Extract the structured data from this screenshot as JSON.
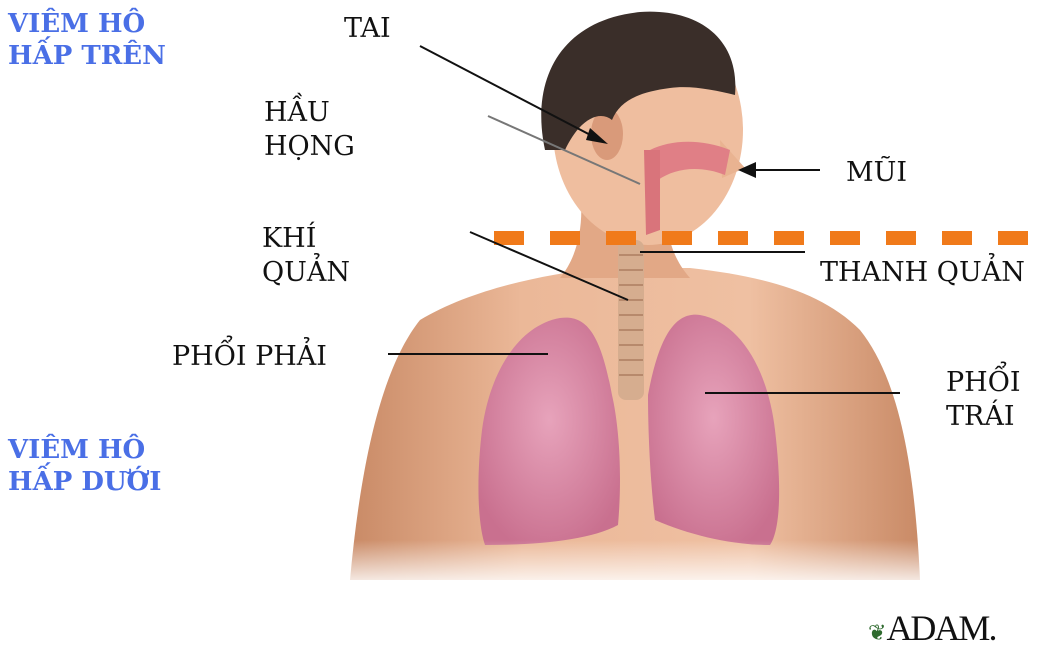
{
  "sections": {
    "upper": [
      "VIÊM HÔ",
      "HẤP TRÊN"
    ],
    "lower": [
      "VIÊM HÔ",
      "HẤP DƯỚI"
    ]
  },
  "labels": {
    "tai": "TAI",
    "hau_hong": [
      "HẦU",
      "HỌNG"
    ],
    "mui": "MŨI",
    "khi_quan": [
      "KHÍ",
      "QUẢN"
    ],
    "thanh_quan": "THANH QUẢN",
    "phoi_phai": "PHỔI PHẢI",
    "phoi_trai": [
      "PHỔI",
      "TRÁI"
    ]
  },
  "logo": {
    "text": "ADAM.",
    "icon": "leaf-icon"
  },
  "colors": {
    "section_text": "#4a6fe6",
    "divider": "#f07a1a",
    "lung": "#d98aa6",
    "skin": "#e8b190"
  }
}
